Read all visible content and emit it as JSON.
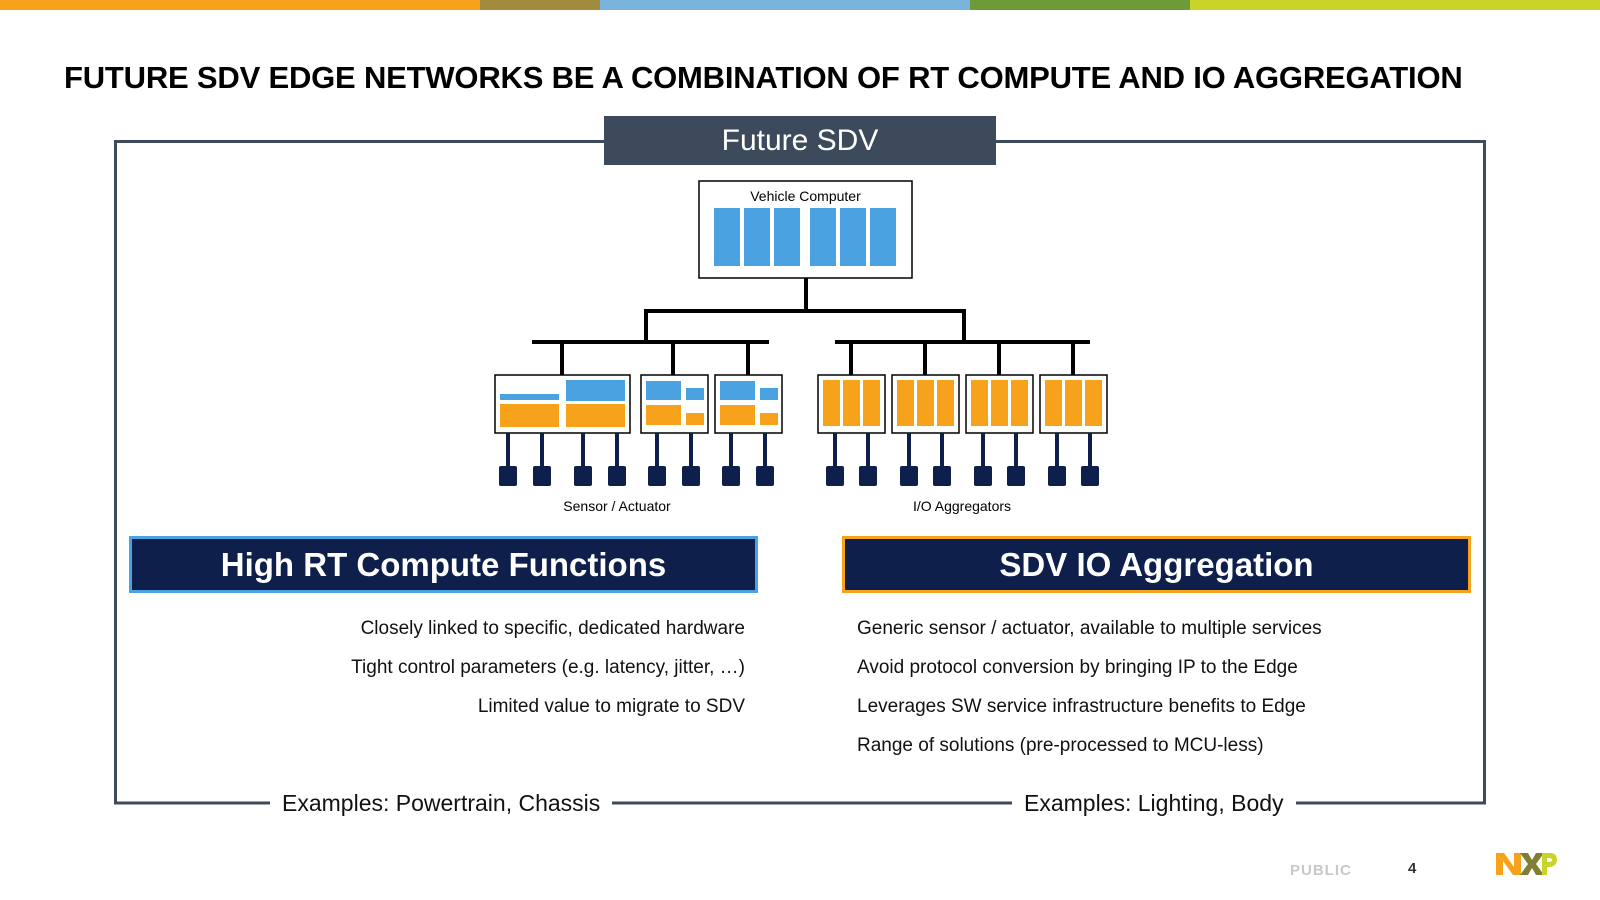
{
  "colors": {
    "topbar": [
      "#f7a21b",
      "#a08c3c",
      "#7ab3dc",
      "#6f9a3a",
      "#c8d42a"
    ],
    "frame": "#3d4a5c",
    "compute_blue": "#4aa3e0",
    "io_orange": "#f7a21b",
    "heading_bg": "#0d1f4a",
    "node_dark": "#0d1f4a"
  },
  "title": "FUTURE SDV EDGE NETWORKS BE A COMBINATION OF RT COMPUTE AND IO AGGREGATION",
  "frame_label": "Future SDV",
  "diagram": {
    "vehicle_computer_label": "Vehicle Computer",
    "left_group_label": "Sensor / Actuator",
    "right_group_label": "I/O Aggregators"
  },
  "left_panel": {
    "heading": "High RT Compute Functions",
    "bullets": [
      "Closely linked to specific, dedicated hardware",
      "Tight control parameters (e.g. latency, jitter, …)",
      "Limited value to migrate to SDV"
    ],
    "example": "Examples: Powertrain, Chassis"
  },
  "right_panel": {
    "heading": "SDV IO Aggregation",
    "bullets": [
      "Generic sensor / actuator, available to multiple services",
      "Avoid protocol conversion by bringing IP to the Edge",
      "Leverages SW service infrastructure benefits to Edge",
      "Range of solutions (pre-processed to MCU-less)"
    ],
    "example": "Examples: Lighting, Body"
  },
  "footer": {
    "classification": "PUBLIC",
    "page_number": "4",
    "logo": "nxp-logo"
  }
}
